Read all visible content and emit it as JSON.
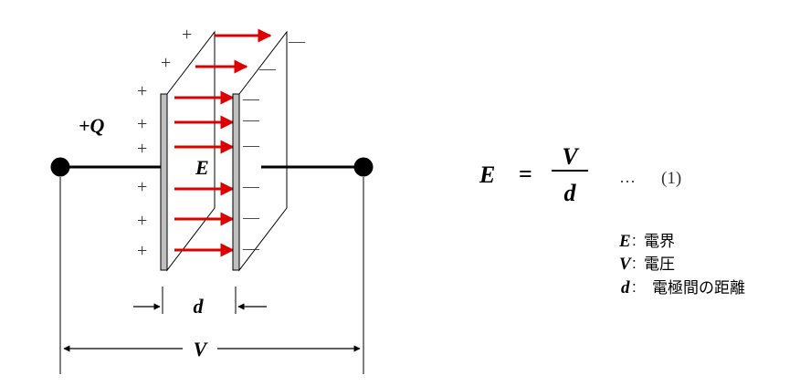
{
  "diagram": {
    "charge_label": "+Q",
    "field_label": "E",
    "gap_label": "d",
    "voltage_label": "V",
    "plus_sign": "+",
    "minus_sign": "—"
  },
  "formula": {
    "lhs": "E",
    "equals": "=",
    "numerator": "V",
    "denominator": "d",
    "ellipsis": "…",
    "number": "(1)"
  },
  "legend": [
    {
      "symbol": "E",
      "sep": ":",
      "text": "電界"
    },
    {
      "symbol": "V",
      "sep": ":",
      "text": "電圧"
    },
    {
      "symbol": "d",
      "sep": " :",
      "text": "電極間の距離"
    }
  ],
  "colors": {
    "arrow": "#dd0000",
    "plate": "#c0c0c0",
    "line": "#000000"
  }
}
